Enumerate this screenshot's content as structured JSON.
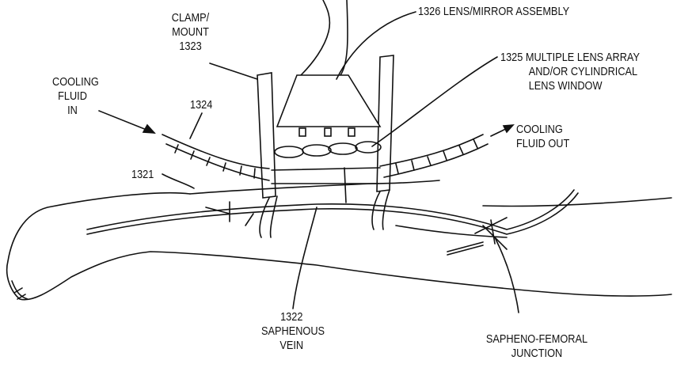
{
  "labels": {
    "clamp": [
      "CLAMP/",
      "MOUNT",
      "1323"
    ],
    "lens_assembly": "1326 LENS/MIRROR ASSEMBLY",
    "lens_array": [
      "1325 MULTIPLE LENS ARRAY",
      "AND/OR CYLINDRICAL",
      "LENS WINDOW"
    ],
    "fluid_in": [
      "COOLING",
      "FLUID",
      "IN"
    ],
    "tube": "1324",
    "fluid_out": [
      "COOLING",
      "FLUID OUT"
    ],
    "leg": "1321",
    "vein": [
      "1322",
      "SAPHENOUS",
      "VEIN"
    ],
    "junction": [
      "SAPHENO-FEMORAL",
      "JUNCTION"
    ]
  }
}
